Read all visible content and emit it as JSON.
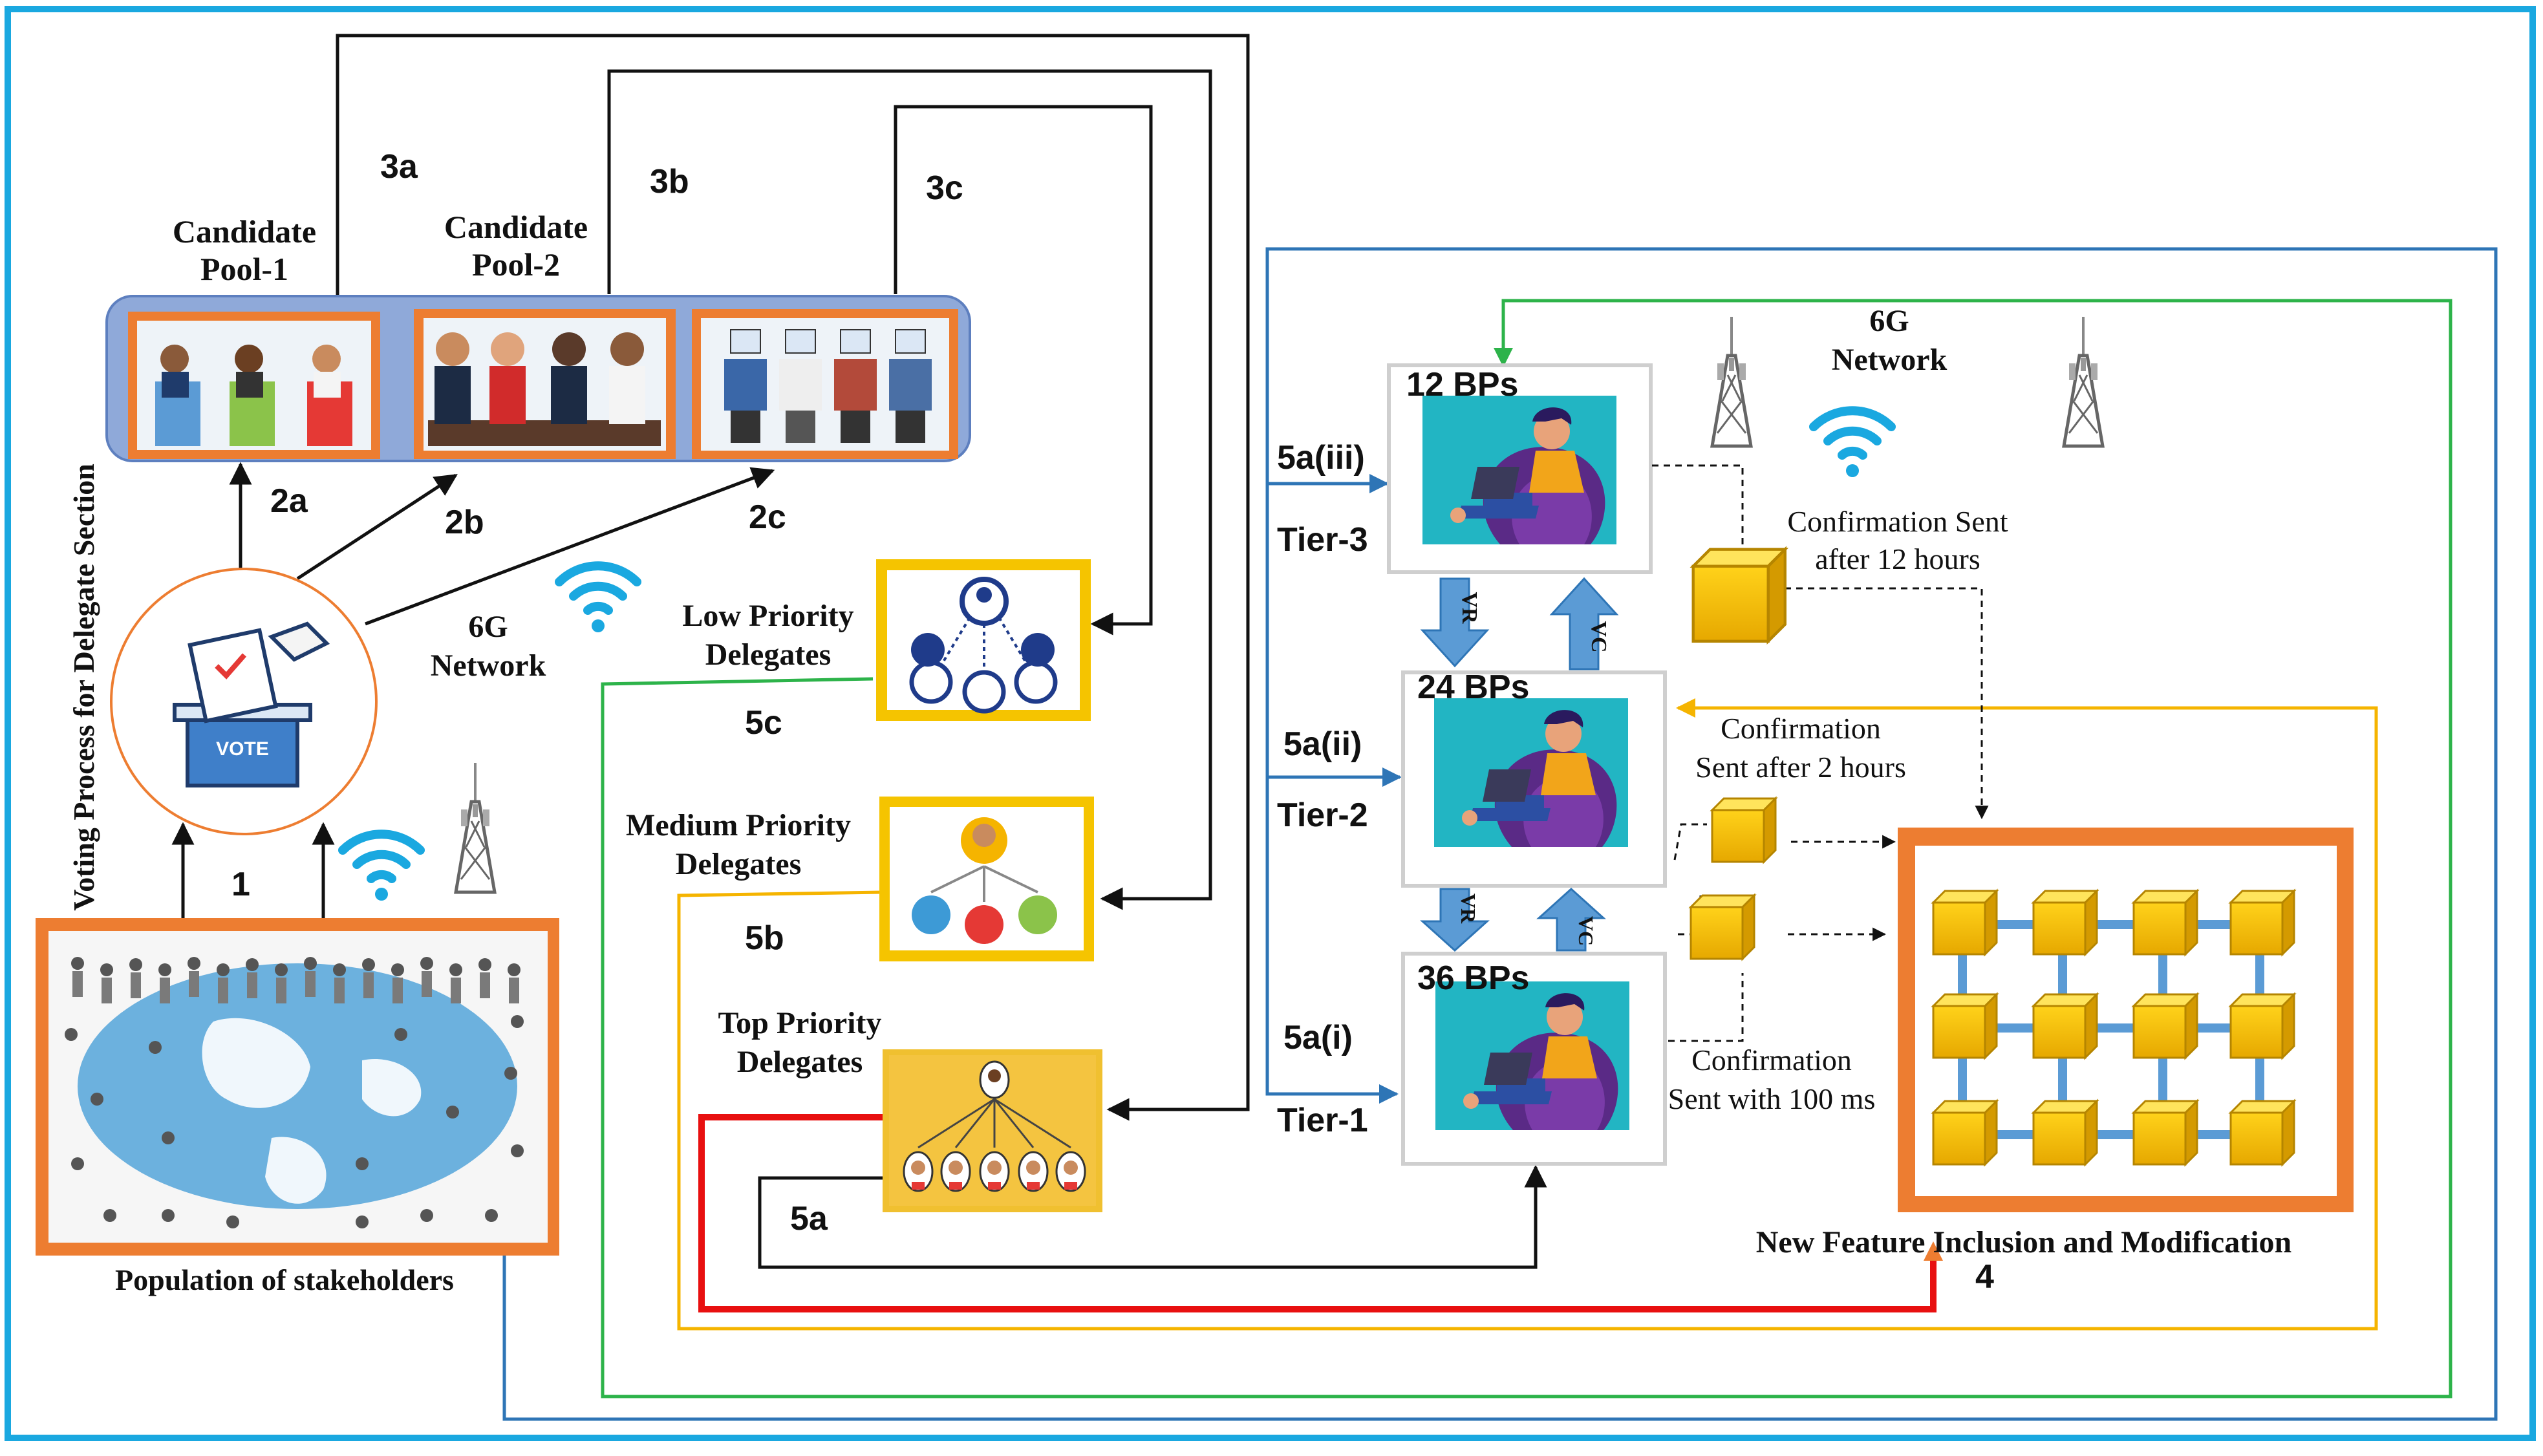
{
  "labels": {
    "candidate_pool_1": [
      "Candidate",
      "Pool-1"
    ],
    "candidate_pool_2": [
      "Candidate",
      "Pool-2"
    ],
    "step_3a": "3a",
    "step_3b": "3b",
    "step_3c": "3c",
    "step_2a": "2a",
    "step_2b": "2b",
    "step_2c": "2c",
    "step_1": "1",
    "vote_box": "VOTE",
    "voting_process_vertical": "Voting Process for Delegate Section",
    "network_left": [
      "6G",
      "Network"
    ],
    "network_right": [
      "6G",
      "Network"
    ],
    "population": "Population of stakeholders",
    "low_priority": [
      "Low Priority",
      "Delegates"
    ],
    "medium_priority": [
      "Medium Priority",
      "Delegates"
    ],
    "top_priority": [
      "Top Priority",
      "Delegates"
    ],
    "step_5c": "5c",
    "step_5b": "5b",
    "step_5a": "5a",
    "bps_12": "12 BPs",
    "bps_24": "24 BPs",
    "bps_36": "36 BPs",
    "step_5a_iii": "5a(iii)",
    "step_5a_ii": "5a(ii)",
    "step_5a_i": "5a(i)",
    "tier_3": "Tier-3",
    "tier_2": "Tier-2",
    "tier_1": "Tier-1",
    "vr": "VR",
    "vc": "VC",
    "confirmation_12h": [
      "Confirmation Sent",
      "after 12 hours"
    ],
    "confirmation_2h": [
      "Confirmation",
      "Sent after 2 hours"
    ],
    "confirmation_100ms": [
      "Confirmation",
      "Sent with  100 ms"
    ],
    "new_feature": "New Feature Inclusion and Modification",
    "step_4": "4"
  },
  "colors": {
    "frame": "#1aa8e0",
    "orange": "#ed7d31",
    "pool_band": "#8fa9d9",
    "green": "#2db34a",
    "yellow": "#f5b400",
    "red": "#e81010",
    "blue_line": "#2e75b6",
    "cube": "#f5c400",
    "arrow_blue": "#5b9bd5",
    "teal": "#22b5c3"
  }
}
